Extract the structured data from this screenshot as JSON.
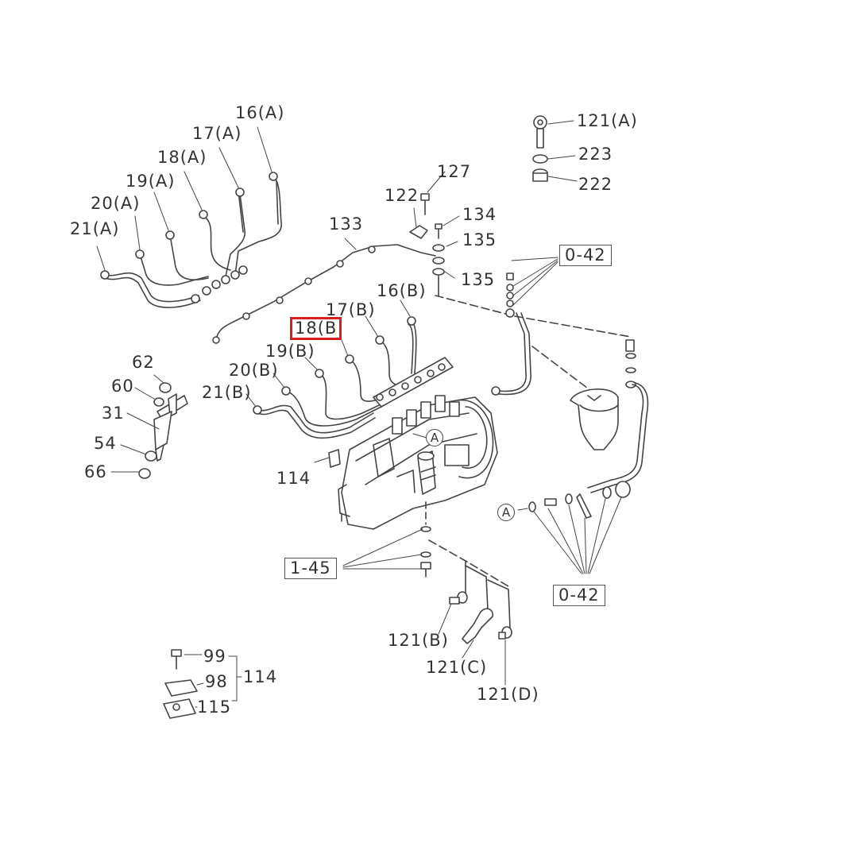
{
  "labels": {
    "p16A": "16(A)",
    "p17A": "17(A)",
    "p18A": "18(A)",
    "p19A": "19(A)",
    "p20A": "20(A)",
    "p21A": "21(A)",
    "p133": "133",
    "p122": "122",
    "p127": "127",
    "p134": "134",
    "p135a": "135",
    "p135b": "135",
    "p121A": "121(A)",
    "p223": "223",
    "p222": "222",
    "ref042top": "0-42",
    "ref042bot": "0-42",
    "ref145": "1-45",
    "p16B": "16(B)",
    "p17B": "17(B)",
    "p18B": "18(B",
    "p19B": "19(B)",
    "p20B": "20(B)",
    "p21B": "21(B)",
    "p62": "62",
    "p60": "60",
    "p31": "31",
    "p54": "54",
    "p66": "66",
    "p114": "114",
    "markerA1": "A",
    "markerA2": "A",
    "p121B": "121(B)",
    "p121C": "121(C)",
    "p121D": "121(D)",
    "p99": "99",
    "p98": "98",
    "p115": "115",
    "p114b": "114"
  },
  "highlight": {
    "target": "18(B",
    "color": "#d62020"
  }
}
